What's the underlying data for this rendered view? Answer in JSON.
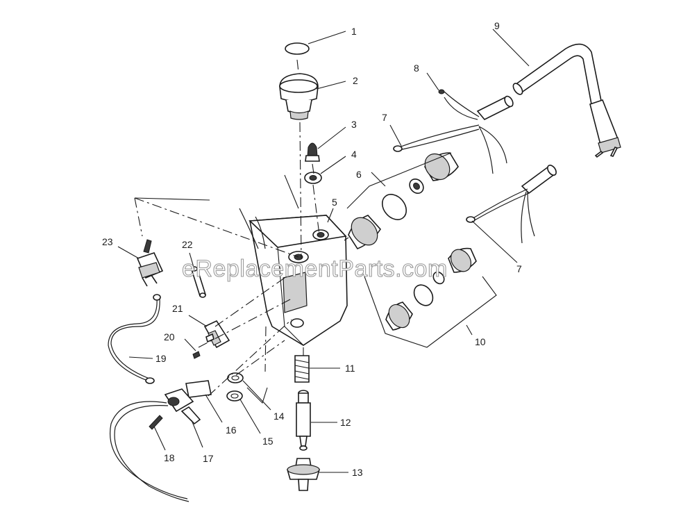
{
  "watermark": "eReplacementParts.com",
  "callouts": [
    {
      "id": "1",
      "text": "1"
    },
    {
      "id": "2",
      "text": "2"
    },
    {
      "id": "3",
      "text": "3"
    },
    {
      "id": "4",
      "text": "4"
    },
    {
      "id": "5",
      "text": "5"
    },
    {
      "id": "6",
      "text": "6"
    },
    {
      "id": "7a",
      "text": "7"
    },
    {
      "id": "7b",
      "text": "7"
    },
    {
      "id": "8",
      "text": "8"
    },
    {
      "id": "9",
      "text": "9"
    },
    {
      "id": "10",
      "text": "10"
    },
    {
      "id": "11",
      "text": "11"
    },
    {
      "id": "12",
      "text": "12"
    },
    {
      "id": "13",
      "text": "13"
    },
    {
      "id": "14",
      "text": "14"
    },
    {
      "id": "15",
      "text": "15"
    },
    {
      "id": "16",
      "text": "16"
    },
    {
      "id": "17",
      "text": "17"
    },
    {
      "id": "18",
      "text": "18"
    },
    {
      "id": "19",
      "text": "19"
    },
    {
      "id": "20",
      "text": "20"
    },
    {
      "id": "21",
      "text": "21"
    },
    {
      "id": "22",
      "text": "22"
    },
    {
      "id": "23",
      "text": "23"
    }
  ]
}
